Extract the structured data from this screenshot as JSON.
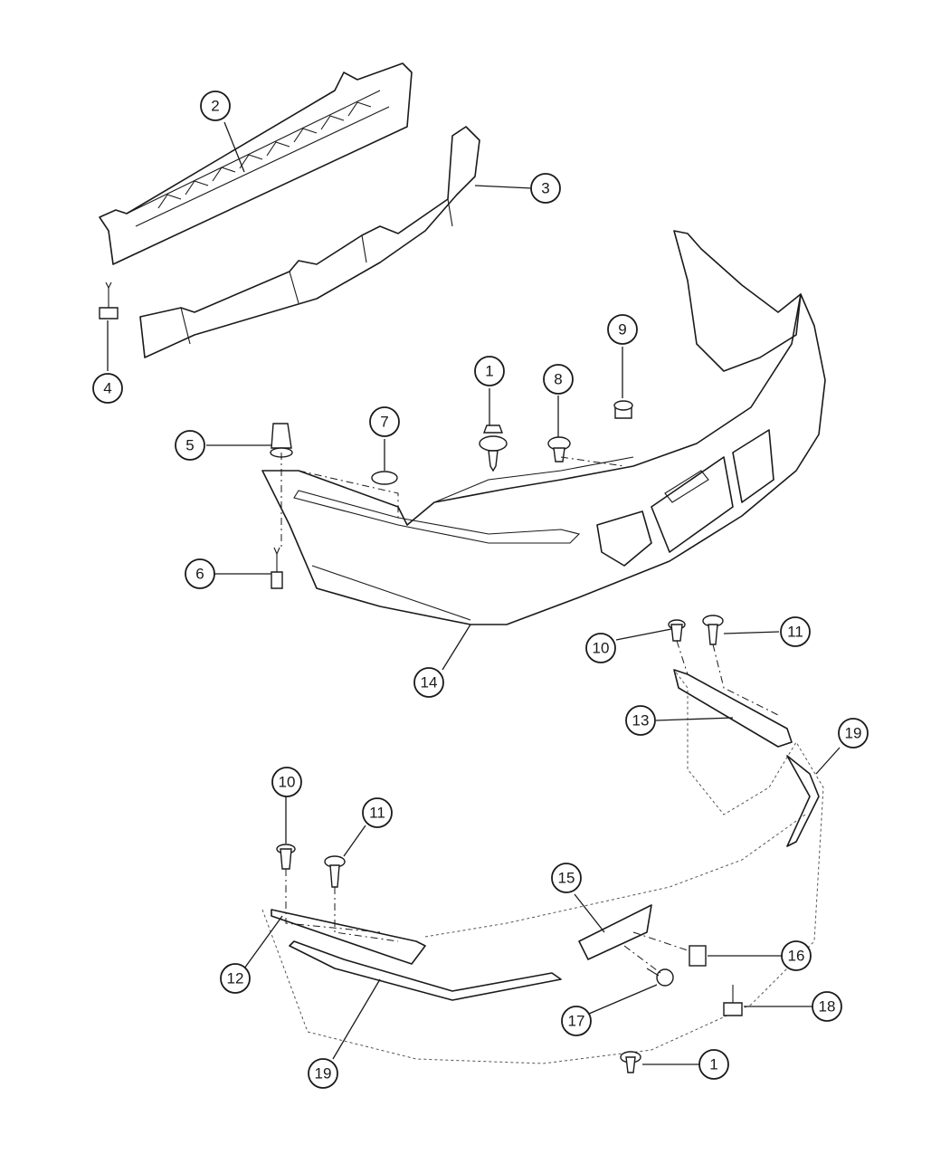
{
  "callouts": [
    {
      "id": "c1a",
      "number": "1"
    },
    {
      "id": "c2",
      "number": "2"
    },
    {
      "id": "c3",
      "number": "3"
    },
    {
      "id": "c4",
      "number": "4"
    },
    {
      "id": "c5",
      "number": "5"
    },
    {
      "id": "c6",
      "number": "6"
    },
    {
      "id": "c7",
      "number": "7"
    },
    {
      "id": "c8",
      "number": "8"
    },
    {
      "id": "c9",
      "number": "9"
    },
    {
      "id": "c10a",
      "number": "10"
    },
    {
      "id": "c11a",
      "number": "11"
    },
    {
      "id": "c13",
      "number": "13"
    },
    {
      "id": "c14",
      "number": "14"
    },
    {
      "id": "c19a",
      "number": "19"
    },
    {
      "id": "c10b",
      "number": "10"
    },
    {
      "id": "c11b",
      "number": "11"
    },
    {
      "id": "c15",
      "number": "15"
    },
    {
      "id": "c12",
      "number": "12"
    },
    {
      "id": "c16",
      "number": "16"
    },
    {
      "id": "c17",
      "number": "17"
    },
    {
      "id": "c18",
      "number": "18"
    },
    {
      "id": "c19b",
      "number": "19"
    },
    {
      "id": "c1b",
      "number": "1"
    }
  ]
}
